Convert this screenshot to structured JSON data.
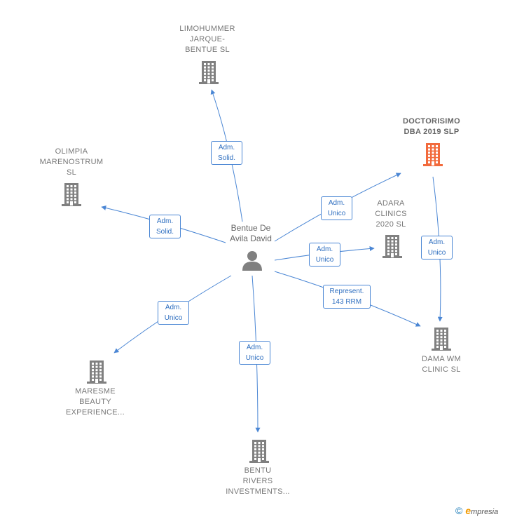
{
  "colors": {
    "edge": "#4a86d4",
    "building": "#808080",
    "building_highlight": "#f26a3c",
    "person": "#808080"
  },
  "person": {
    "name_line1": "Bentue De",
    "name_line2": "Avila David"
  },
  "nodes": [
    {
      "id": "limohummer",
      "lines": [
        "LIMOHUMMER",
        "JARQUE-",
        "BENTUE  SL"
      ],
      "highlight": false
    },
    {
      "id": "doctorisimo",
      "lines": [
        "DOCTORISIMO",
        "DBA 2019  SLP"
      ],
      "highlight": true
    },
    {
      "id": "olimpia",
      "lines": [
        "OLIMPIA",
        "MARENOSTRUM",
        "SL"
      ],
      "highlight": false
    },
    {
      "id": "adara",
      "lines": [
        "ADARA",
        "CLINICS",
        "2020  SL"
      ],
      "highlight": false
    },
    {
      "id": "dama",
      "lines": [
        "DAMA WM",
        "CLINIC  SL"
      ],
      "highlight": false
    },
    {
      "id": "maresme",
      "lines": [
        "MARESME",
        "BEAUTY",
        "EXPERIENCE..."
      ],
      "highlight": false
    },
    {
      "id": "bentu",
      "lines": [
        "BENTU",
        "RIVERS",
        "INVESTMENTS..."
      ],
      "highlight": false
    }
  ],
  "edges": [
    {
      "label": [
        "Adm.",
        "Solid."
      ]
    },
    {
      "label": [
        "Adm.",
        "Solid."
      ]
    },
    {
      "label": [
        "Adm.",
        "Unico"
      ]
    },
    {
      "label": [
        "Adm.",
        "Unico"
      ]
    },
    {
      "label": [
        "Represent.",
        "143 RRM"
      ]
    },
    {
      "label": [
        "Adm.",
        "Unico"
      ]
    },
    {
      "label": [
        "Adm.",
        "Unico"
      ]
    },
    {
      "label": [
        "Adm.",
        "Unico"
      ]
    }
  ],
  "footer": {
    "copyright": "©",
    "brand_initial": "e",
    "brand_rest": "mpresia"
  }
}
